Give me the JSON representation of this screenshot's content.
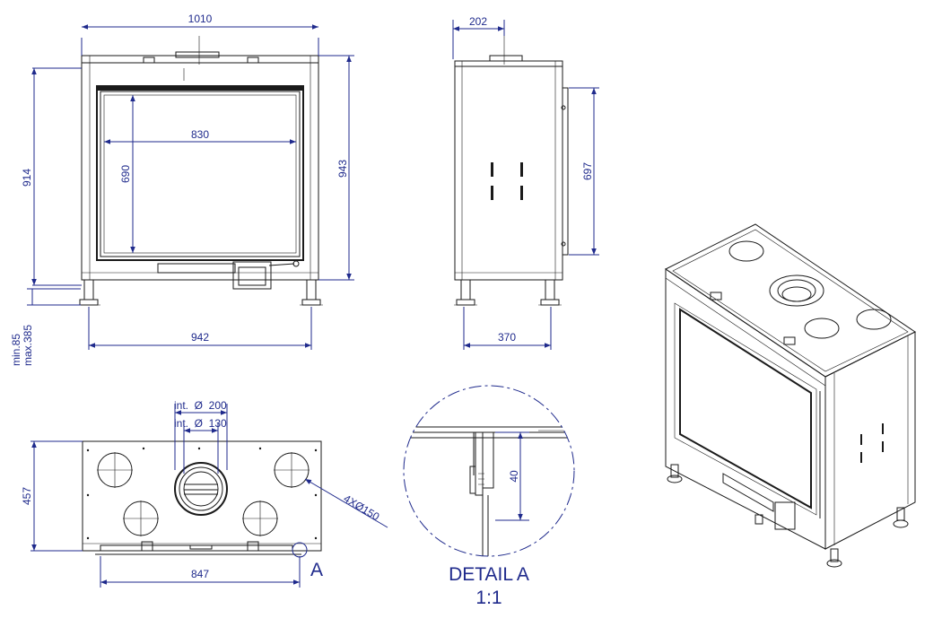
{
  "front_view": {
    "width_total": "1010",
    "window_width": "830",
    "window_height": "690",
    "height_body": "914",
    "height_total": "943",
    "feet_span": "942",
    "leg_min": "min.85",
    "leg_max": "max.385"
  },
  "side_view": {
    "flue_offset": "202",
    "door_height": "697",
    "depth": "370"
  },
  "top_view": {
    "outer_flue": "int.  Ø  200",
    "inner_flue": "int.  Ø  130",
    "depth": "457",
    "width": "847",
    "holes": "4XØ150",
    "detail_marker": "A"
  },
  "detail": {
    "dimension": "40",
    "title": "DETAIL A",
    "scale": "1:1"
  }
}
